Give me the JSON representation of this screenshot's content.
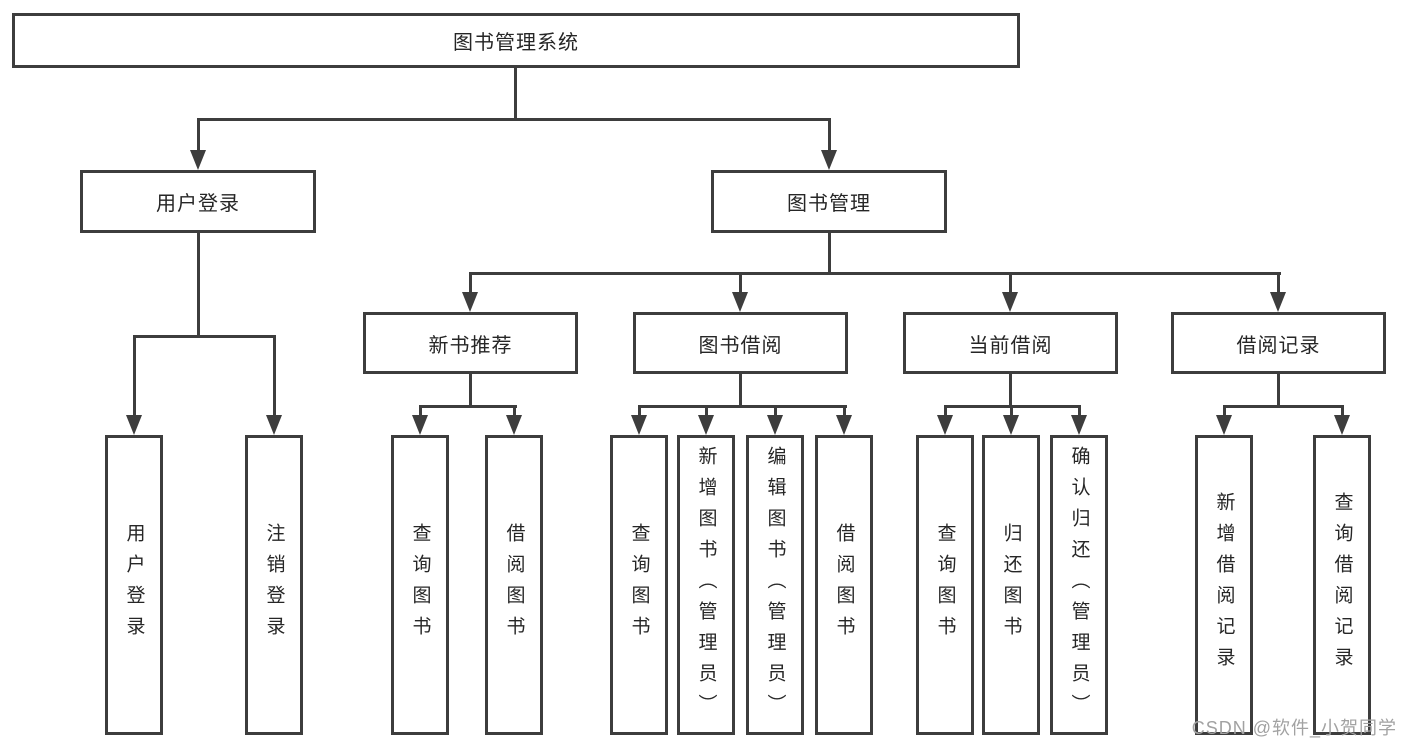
{
  "tree": {
    "root": {
      "label": "图书管理系统"
    },
    "level2": [
      {
        "label": "用户登录",
        "children": [
          {
            "label": "用户登录"
          },
          {
            "label": "注销登录"
          }
        ]
      },
      {
        "label": "图书管理",
        "children": [
          {
            "label": "新书推荐",
            "children": [
              {
                "label": "查询图书"
              },
              {
                "label": "借阅图书"
              }
            ]
          },
          {
            "label": "图书借阅",
            "children": [
              {
                "label": "查询图书"
              },
              {
                "label": "新增图书（管理员）"
              },
              {
                "label": "编辑图书（管理员）"
              },
              {
                "label": "借阅图书"
              }
            ]
          },
          {
            "label": "当前借阅",
            "children": [
              {
                "label": "查询图书"
              },
              {
                "label": "归还图书"
              },
              {
                "label": "确认归还（管理员）"
              }
            ]
          },
          {
            "label": "借阅记录",
            "children": [
              {
                "label": "新增借阅记录"
              },
              {
                "label": "查询借阅记录"
              }
            ]
          }
        ]
      }
    ]
  },
  "watermark": {
    "text": "CSDN @软件_小贺同学",
    "color": "#a2a2a2"
  },
  "line_color": "#3d3d3d"
}
